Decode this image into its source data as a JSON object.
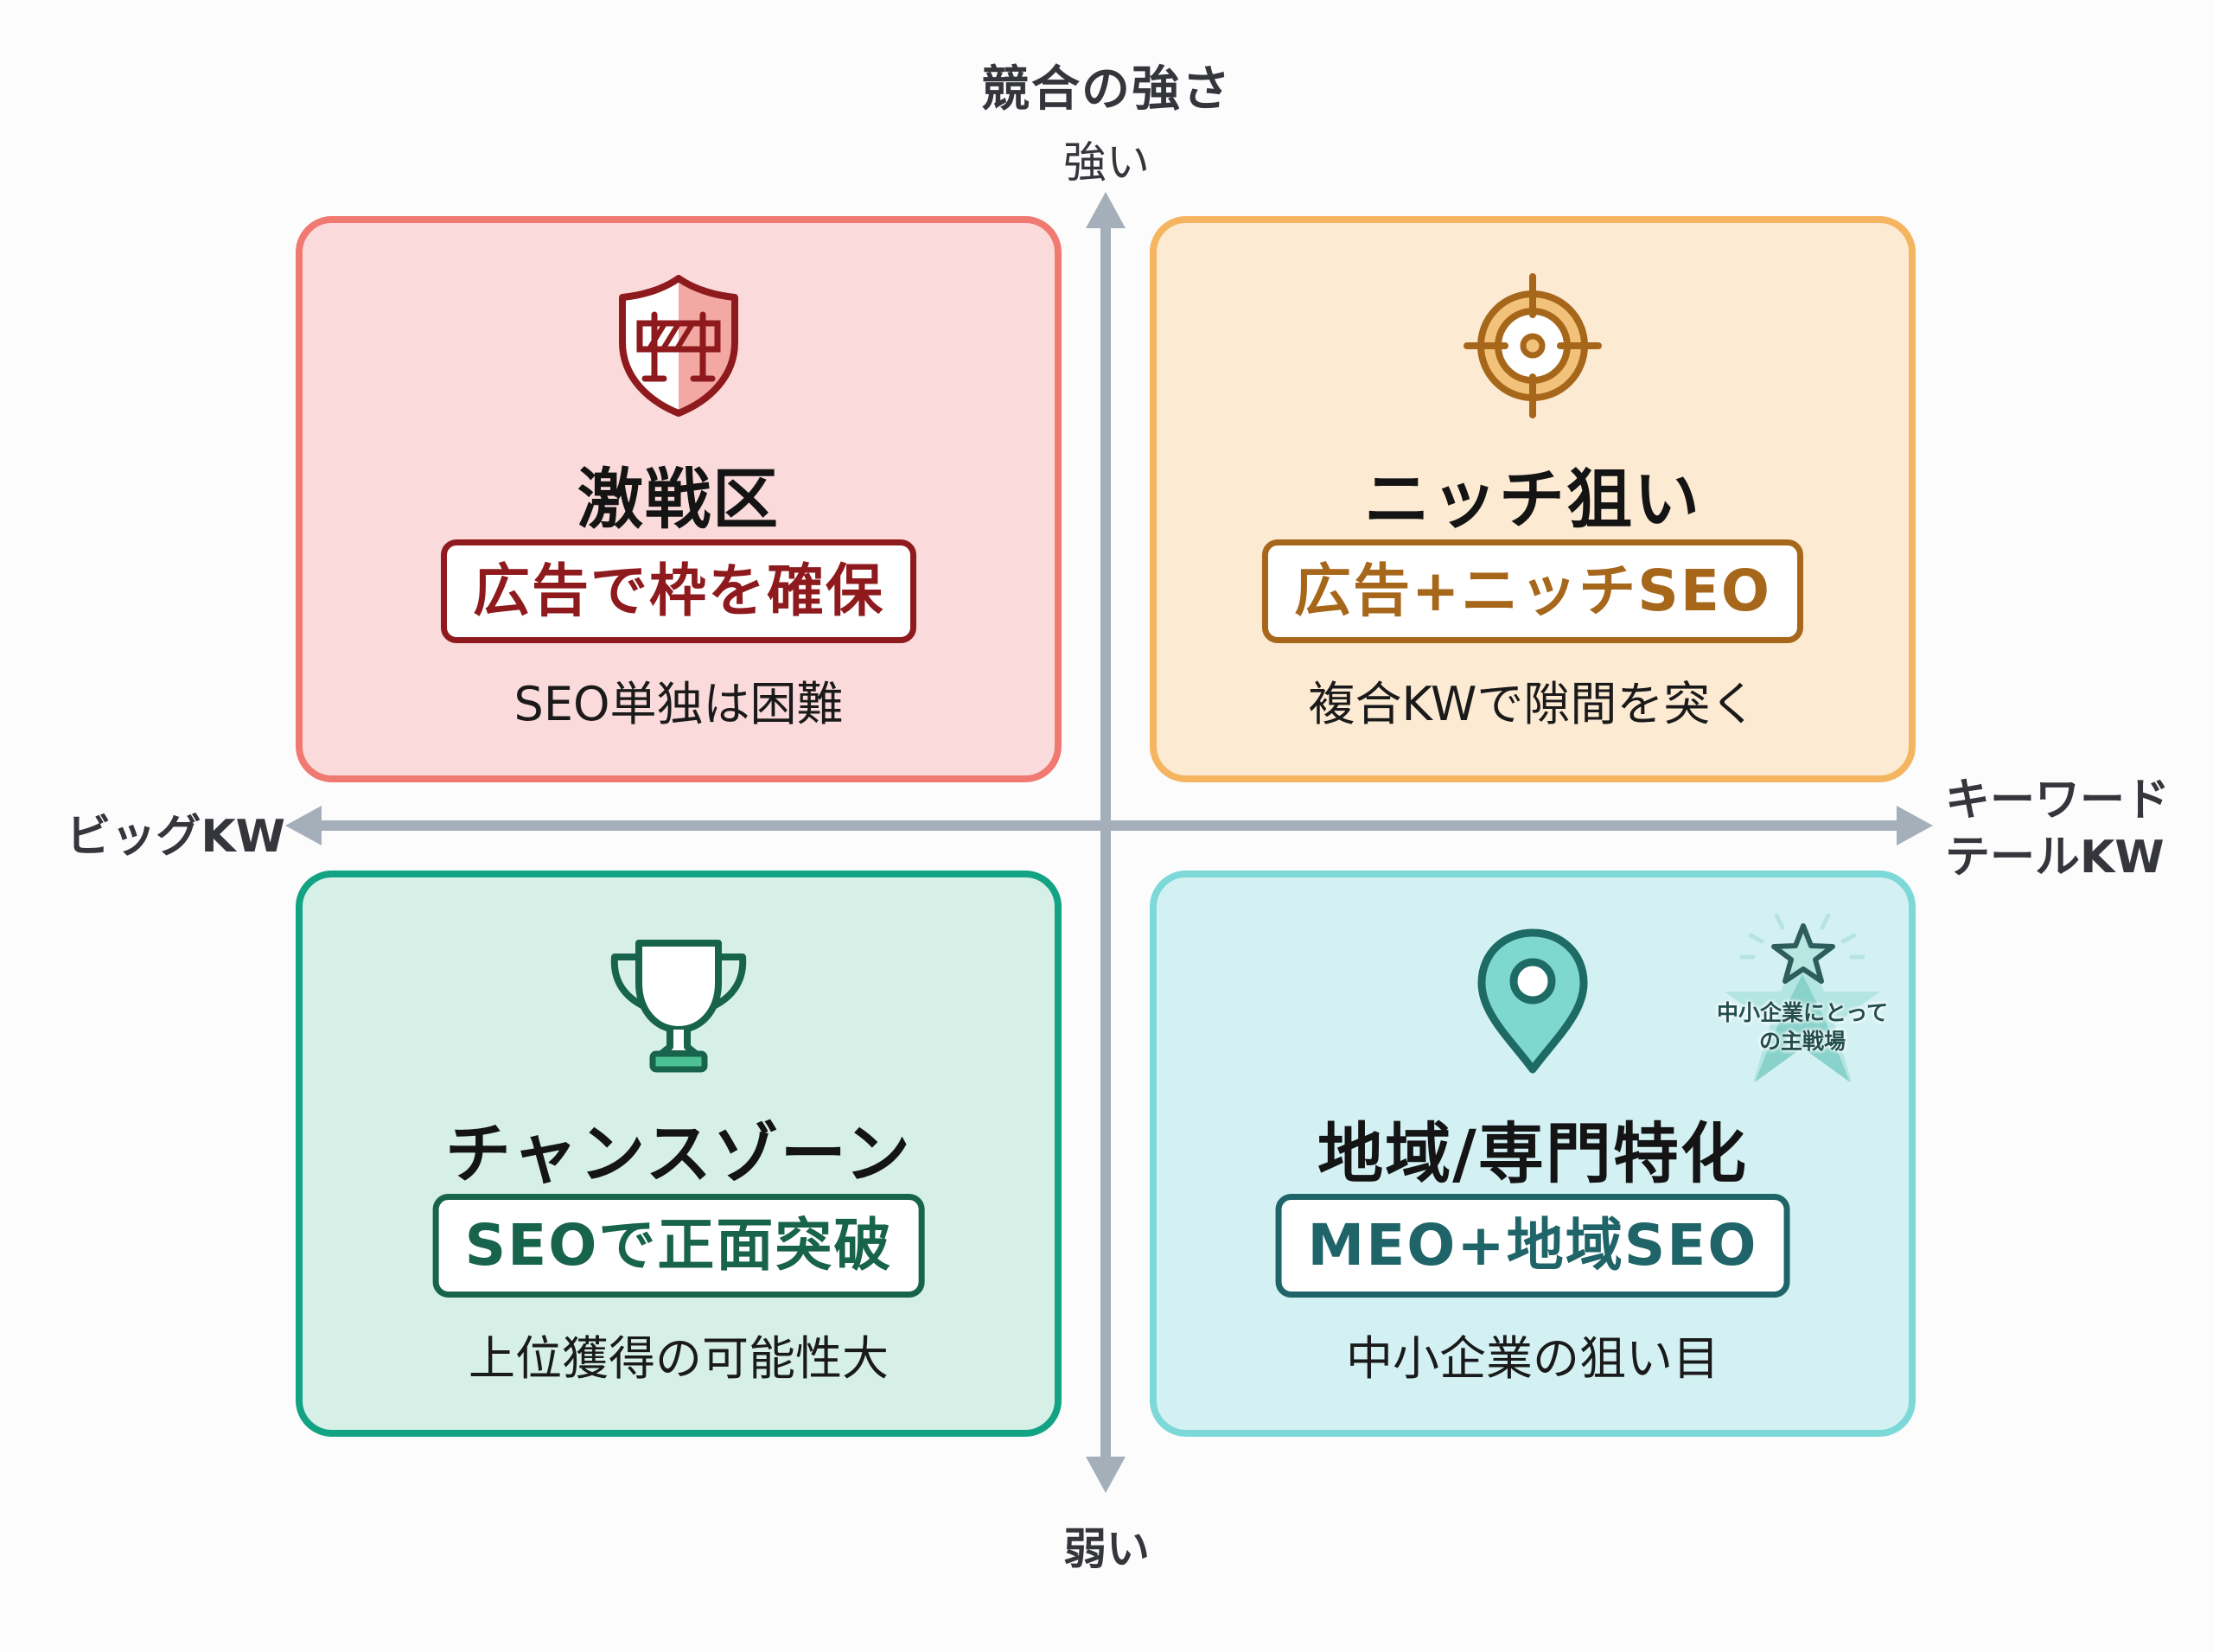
{
  "axes": {
    "vertical": {
      "title": "競合の強さ",
      "top_label": "強い",
      "bottom_label": "弱い"
    },
    "horizontal": {
      "left_label": "ビッグKW",
      "right_label_line1": "キーワード",
      "right_label_line2": "テールKW"
    },
    "color": "#A4AFBA"
  },
  "quadrants": [
    {
      "id": "top-left",
      "icon": "shield-barrier-icon",
      "title": "激戦区",
      "tag": "広告で枠を確保",
      "subtitle": "SEO単独は困難",
      "colors": {
        "bg": "#FADADA",
        "border": "#F07A72",
        "accent": "#8E1A1D"
      }
    },
    {
      "id": "top-right",
      "icon": "target-icon",
      "title": "ニッチ狙い",
      "tag": "広告+ニッチSEO",
      "subtitle": "複合KWで隙間を突く",
      "colors": {
        "bg": "#FCEAD3",
        "border": "#F5B560",
        "accent": "#A6671B"
      }
    },
    {
      "id": "bottom-left",
      "icon": "trophy-icon",
      "title": "チャンスゾーン",
      "tag": "SEOで正面突破",
      "subtitle": "上位獲得の可能性大",
      "colors": {
        "bg": "#D6F0E8",
        "border": "#12A385",
        "accent": "#17634B"
      }
    },
    {
      "id": "bottom-right",
      "icon": "location-pin-icon",
      "title": "地域/専門特化",
      "tag": "MEO+地域SEO",
      "subtitle": "中小企業の狙い目",
      "colors": {
        "bg": "#D3F1F3",
        "border": "#7DD8D8",
        "accent": "#1F6468"
      },
      "badge": {
        "icon": "star-icon",
        "line1": "中小企業にとって",
        "line2": "の主戦場"
      }
    }
  ]
}
